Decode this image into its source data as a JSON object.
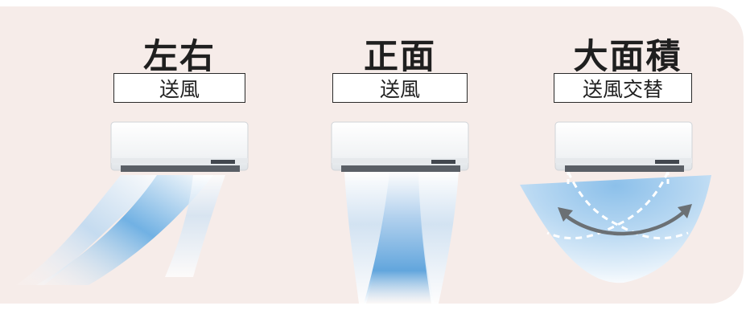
{
  "modes": [
    {
      "title": "左右",
      "label": "送風"
    },
    {
      "title": "正面",
      "label": "送風"
    },
    {
      "title": "大面積",
      "label": "送風交替"
    }
  ],
  "colors": {
    "background": "#f6ece9",
    "airflow": "#4a98d6",
    "unit": "#f2f4f6",
    "arrow": "#6b7074"
  },
  "icons": [
    "air-conditioner-icon",
    "airflow-icon",
    "swing-arrow-icon"
  ]
}
